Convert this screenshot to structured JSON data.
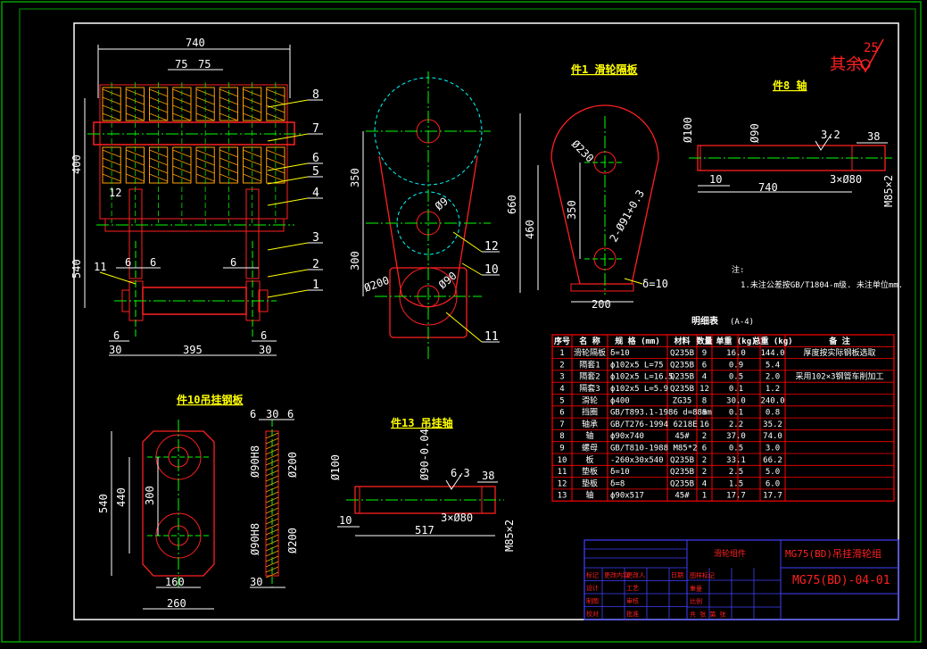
{
  "colors": {
    "background": "#000000",
    "frame_outer": "#00a000",
    "frame_inner": "#ffffff",
    "part_outline": "#ff2020",
    "centerline": "#00ff00",
    "dimension": "#ffffff",
    "leader": "#ffff00",
    "hidden_line": "#00ffff",
    "hatch": "#ffa000",
    "table_border": "#ff0000",
    "title_block": "#4040ff"
  },
  "roughness": {
    "label": "其余",
    "value": "25"
  },
  "view_titles": {
    "part1": "件1 滑轮隔板",
    "part8": "件8 轴",
    "part10": "件10吊挂钢板",
    "part13": "件13 吊挂轴"
  },
  "assembly": {
    "width": "740",
    "pitch1": "75",
    "pitch2": "75",
    "height": "400",
    "side": "540",
    "gap1": "6",
    "gap2": "6",
    "offset": "6",
    "end": "30",
    "span": "395",
    "left_label": "12",
    "bottom_left": "11",
    "callouts": [
      "8",
      "7",
      "6",
      "5",
      "4",
      "3",
      "2",
      "1"
    ]
  },
  "side_view": {
    "dim350": "350",
    "dim300": "300",
    "dia200": "Ø200",
    "dia90": "Ø90",
    "dia9": "Ø9",
    "callouts": [
      "12",
      "10",
      "11"
    ]
  },
  "part1": {
    "dia230": "Ø230",
    "dim660": "660",
    "dim460": "460",
    "dim350": "350",
    "holes": "2-Ø91+0.3",
    "thickness": "δ=10",
    "width": "200"
  },
  "part8": {
    "dia100": "Ø100",
    "dia90": "Ø90",
    "roughness": "3.2",
    "right": "38",
    "left": "10",
    "length": "740",
    "chamfer": "3×Ø80",
    "thread": "M85×2"
  },
  "notes": {
    "marker": "注:",
    "text": "1.未注公差按GB/T1804-m级. 未注单位mm."
  },
  "part10": {
    "d6a": "6",
    "d30": "30",
    "d6b": "6",
    "fit1": "Ø90H8",
    "dia200a": "Ø200",
    "fit2": "Ø90H8",
    "dia200b": "Ø200",
    "h540": "540",
    "h440": "440",
    "h300": "300",
    "w160": "160",
    "w260": "260",
    "t30": "30"
  },
  "part13": {
    "dia100": "Ø100",
    "dia90": "Ø90-0.04",
    "roughness": "6.3",
    "right": "38",
    "left": "10",
    "length": "517",
    "chamfer": "3×Ø80",
    "thread": "M85×2"
  },
  "bom": {
    "title": "明细表",
    "subtitle": "(A-4)",
    "headers": [
      "序号",
      "名 称",
      "规 格 (mm)",
      "材料",
      "数量",
      "单重 (kg)",
      "总重 (kg)",
      "备 注"
    ],
    "rows": [
      [
        "1",
        "滑轮隔板",
        "δ=10",
        "Q235B",
        "9",
        "16.0",
        "144.0",
        "厚度按实际钢板选取"
      ],
      [
        "2",
        "隔套1",
        "ϕ102x5 L=75",
        "Q235B",
        "6",
        "0.9",
        "5.4",
        ""
      ],
      [
        "3",
        "隔套2",
        "ϕ102x5 L=16.5",
        "Q235B",
        "4",
        "0.5",
        "2.0",
        "采用102×3钢管车削加工"
      ],
      [
        "4",
        "隔套3",
        "ϕ102x5 L=5.9",
        "Q235B",
        "12",
        "0.1",
        "1.2",
        ""
      ],
      [
        "5",
        "滑轮",
        "ϕ400",
        "ZG35",
        "8",
        "30.0",
        "240.0",
        ""
      ],
      [
        "6",
        "挡圈",
        "GB/T893.1-1986 d=88mm",
        "",
        "8",
        "0.1",
        "0.8",
        ""
      ],
      [
        "7",
        "轴承",
        "GB/T276-1994 6218E",
        "",
        "16",
        "2.2",
        "35.2",
        ""
      ],
      [
        "8",
        "轴",
        "ϕ90x740",
        "45#",
        "2",
        "37.0",
        "74.0",
        ""
      ],
      [
        "9",
        "螺母",
        "GB/T810-1988 M85*2",
        "",
        "6",
        "0.5",
        "3.0",
        ""
      ],
      [
        "10",
        "板",
        "-260x30x540",
        "Q235B",
        "2",
        "33.1",
        "66.2",
        ""
      ],
      [
        "11",
        "垫板",
        "δ=10",
        "Q235B",
        "2",
        "2.5",
        "5.0",
        ""
      ],
      [
        "12",
        "垫板",
        "δ=8",
        "Q235B",
        "4",
        "1.5",
        "6.0",
        ""
      ],
      [
        "13",
        "轴",
        "ϕ90x517",
        "45#",
        "1",
        "17.7",
        "17.7",
        ""
      ]
    ]
  },
  "title_block": {
    "drawing_name": "MG75(BD)吊挂滑轮组",
    "drawing_number": "MG75(BD)-04-01",
    "assembly_label": "滑轮组件",
    "rows": [
      [
        "标记",
        "更改内容",
        "更改人",
        "日期"
      ],
      [
        "设计",
        "",
        "工艺",
        ""
      ],
      [
        "制图",
        "",
        "审核",
        ""
      ],
      [
        "校对",
        "",
        "批准",
        ""
      ]
    ],
    "right_rows": [
      "图样标记",
      "重量",
      "比例",
      "共 张 第 张"
    ]
  }
}
